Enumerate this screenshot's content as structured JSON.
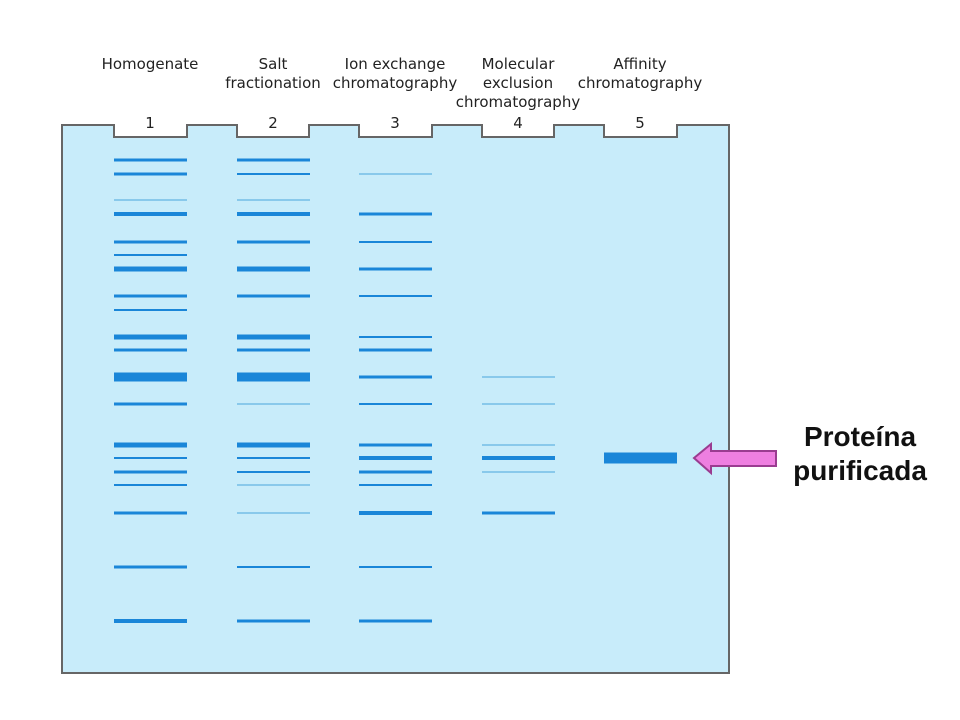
{
  "lanes": [
    {
      "number": "1",
      "title_lines": [
        "Homogenate"
      ]
    },
    {
      "number": "2",
      "title_lines": [
        "Salt",
        "fractionation"
      ]
    },
    {
      "number": "3",
      "title_lines": [
        "Ion exchange",
        "chromatography"
      ]
    },
    {
      "number": "4",
      "title_lines": [
        "Molecular",
        "exclusion",
        "chromatography"
      ]
    },
    {
      "number": "5",
      "title_lines": [
        "Affinity",
        "chromatography"
      ]
    }
  ],
  "gel_colors": {
    "background": "#c8ecfa",
    "band": "#1a86d8",
    "faint_band": "#4aa6dc",
    "arrow_fill": "#ee7fe0",
    "arrow_stroke": "#9a3c90"
  },
  "bands": {
    "lane1": [
      {
        "pos": 160,
        "w": 3
      },
      {
        "pos": 174,
        "w": 3
      },
      {
        "pos": 200,
        "w": 1
      },
      {
        "pos": 214,
        "w": 4
      },
      {
        "pos": 242,
        "w": 3
      },
      {
        "pos": 255,
        "w": 2
      },
      {
        "pos": 269,
        "w": 5
      },
      {
        "pos": 296,
        "w": 3
      },
      {
        "pos": 310,
        "w": 2
      },
      {
        "pos": 337,
        "w": 5
      },
      {
        "pos": 350,
        "w": 3
      },
      {
        "pos": 377,
        "w": 9
      },
      {
        "pos": 404,
        "w": 3
      },
      {
        "pos": 445,
        "w": 5
      },
      {
        "pos": 458,
        "w": 2
      },
      {
        "pos": 472,
        "w": 3
      },
      {
        "pos": 485,
        "w": 2
      },
      {
        "pos": 513,
        "w": 3
      },
      {
        "pos": 567,
        "w": 3
      },
      {
        "pos": 621,
        "w": 4
      }
    ],
    "lane2": [
      {
        "pos": 160,
        "w": 3
      },
      {
        "pos": 174,
        "w": 2
      },
      {
        "pos": 200,
        "w": 1
      },
      {
        "pos": 214,
        "w": 4
      },
      {
        "pos": 242,
        "w": 3
      },
      {
        "pos": 269,
        "w": 5
      },
      {
        "pos": 296,
        "w": 3
      },
      {
        "pos": 337,
        "w": 5
      },
      {
        "pos": 350,
        "w": 3
      },
      {
        "pos": 377,
        "w": 9
      },
      {
        "pos": 404,
        "w": 1
      },
      {
        "pos": 445,
        "w": 5
      },
      {
        "pos": 458,
        "w": 2
      },
      {
        "pos": 472,
        "w": 2
      },
      {
        "pos": 485,
        "w": 1
      },
      {
        "pos": 513,
        "w": 1
      },
      {
        "pos": 567,
        "w": 2
      },
      {
        "pos": 621,
        "w": 3
      }
    ],
    "lane3": [
      {
        "pos": 174,
        "w": 1
      },
      {
        "pos": 214,
        "w": 3
      },
      {
        "pos": 242,
        "w": 2
      },
      {
        "pos": 269,
        "w": 3
      },
      {
        "pos": 296,
        "w": 2
      },
      {
        "pos": 337,
        "w": 2
      },
      {
        "pos": 350,
        "w": 3
      },
      {
        "pos": 377,
        "w": 3
      },
      {
        "pos": 404,
        "w": 2
      },
      {
        "pos": 445,
        "w": 3
      },
      {
        "pos": 458,
        "w": 4
      },
      {
        "pos": 472,
        "w": 3
      },
      {
        "pos": 485,
        "w": 2
      },
      {
        "pos": 513,
        "w": 4
      },
      {
        "pos": 567,
        "w": 2
      },
      {
        "pos": 621,
        "w": 3
      }
    ],
    "lane4": [
      {
        "pos": 377,
        "w": 1
      },
      {
        "pos": 404,
        "w": 1
      },
      {
        "pos": 445,
        "w": 1
      },
      {
        "pos": 458,
        "w": 4
      },
      {
        "pos": 472,
        "w": 1
      },
      {
        "pos": 513,
        "w": 3
      }
    ],
    "lane5": [
      {
        "pos": 458,
        "w": 11
      }
    ]
  },
  "annotation": {
    "line1": "Proteína",
    "line2": "purificada"
  }
}
